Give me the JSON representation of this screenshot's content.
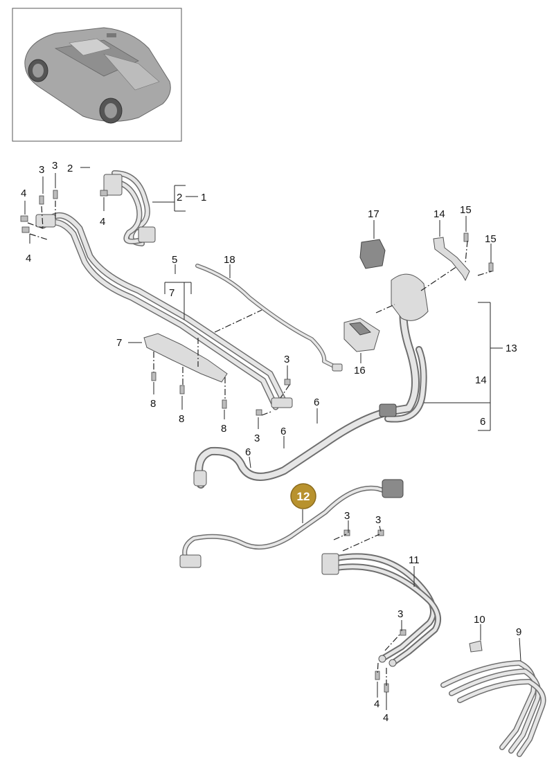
{
  "callouts": [
    {
      "id": "c1",
      "text": "1"
    },
    {
      "id": "c2a",
      "text": "2"
    },
    {
      "id": "c2b",
      "text": "2"
    },
    {
      "id": "c3a",
      "text": "3"
    },
    {
      "id": "c3b",
      "text": "3"
    },
    {
      "id": "c3c",
      "text": "3"
    },
    {
      "id": "c3d",
      "text": "3"
    },
    {
      "id": "c3e",
      "text": "3"
    },
    {
      "id": "c3f",
      "text": "3"
    },
    {
      "id": "c3g",
      "text": "3"
    },
    {
      "id": "c4a",
      "text": "4"
    },
    {
      "id": "c4b",
      "text": "4"
    },
    {
      "id": "c4c",
      "text": "4"
    },
    {
      "id": "c4d",
      "text": "4"
    },
    {
      "id": "c4e",
      "text": "4"
    },
    {
      "id": "c5",
      "text": "5"
    },
    {
      "id": "c6a",
      "text": "6"
    },
    {
      "id": "c6b",
      "text": "6"
    },
    {
      "id": "c6c",
      "text": "6"
    },
    {
      "id": "c6d",
      "text": "6"
    },
    {
      "id": "c7a",
      "text": "7"
    },
    {
      "id": "c7b",
      "text": "7"
    },
    {
      "id": "c8a",
      "text": "8"
    },
    {
      "id": "c8b",
      "text": "8"
    },
    {
      "id": "c8c",
      "text": "8"
    },
    {
      "id": "c9",
      "text": "9"
    },
    {
      "id": "c10",
      "text": "10"
    },
    {
      "id": "c11",
      "text": "11"
    },
    {
      "id": "c12",
      "text": "12"
    },
    {
      "id": "c13",
      "text": "13"
    },
    {
      "id": "c14a",
      "text": "14"
    },
    {
      "id": "c14b",
      "text": "14"
    },
    {
      "id": "c15a",
      "text": "15"
    },
    {
      "id": "c15b",
      "text": "15"
    },
    {
      "id": "c16",
      "text": "16"
    },
    {
      "id": "c17",
      "text": "17"
    },
    {
      "id": "c18",
      "text": "18"
    }
  ],
  "highlight": {
    "callout": "c12",
    "color": "#b8922e"
  },
  "colors": {
    "line": "#222222",
    "cable_outline": "#6e6e6e",
    "cable_fill": "#e6e6e6",
    "thumbnail_border": "#555555"
  },
  "icons": {
    "thumbnail": "car-thumbnail-icon"
  }
}
